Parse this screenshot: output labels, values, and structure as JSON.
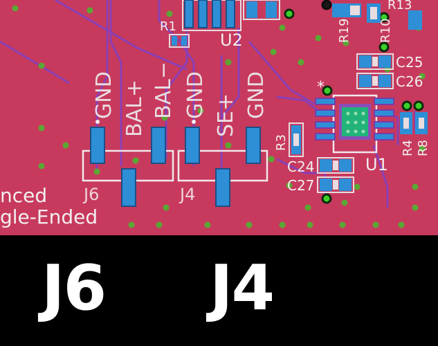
{
  "board": {
    "colors": {
      "copper": "#c9395e",
      "pad": "#2e8fd6",
      "silkscreen": "#f4eef0",
      "via": "#6fbf3a",
      "trace": "#8a3fb5"
    },
    "silkscreen": {
      "pin_labels": [
        "GND",
        "BAL+",
        "BAL−",
        "GND",
        "SE+",
        "GND"
      ],
      "designators": {
        "j6": "J6",
        "j4": "J4",
        "u1": "U1",
        "u2": "U2",
        "r1": "R1",
        "r3": "R3",
        "r4": "R4",
        "r8": "R8",
        "r13": "R13",
        "r19": "R19",
        "r10": "R10",
        "c24": "C24",
        "c25": "C25",
        "c26": "C26",
        "c27": "C27"
      },
      "text_balanced": "nced",
      "text_single_ended": "gle-Ended",
      "pin1_marker": "*"
    }
  },
  "labels": {
    "j6": "J6",
    "j4": "J4"
  }
}
